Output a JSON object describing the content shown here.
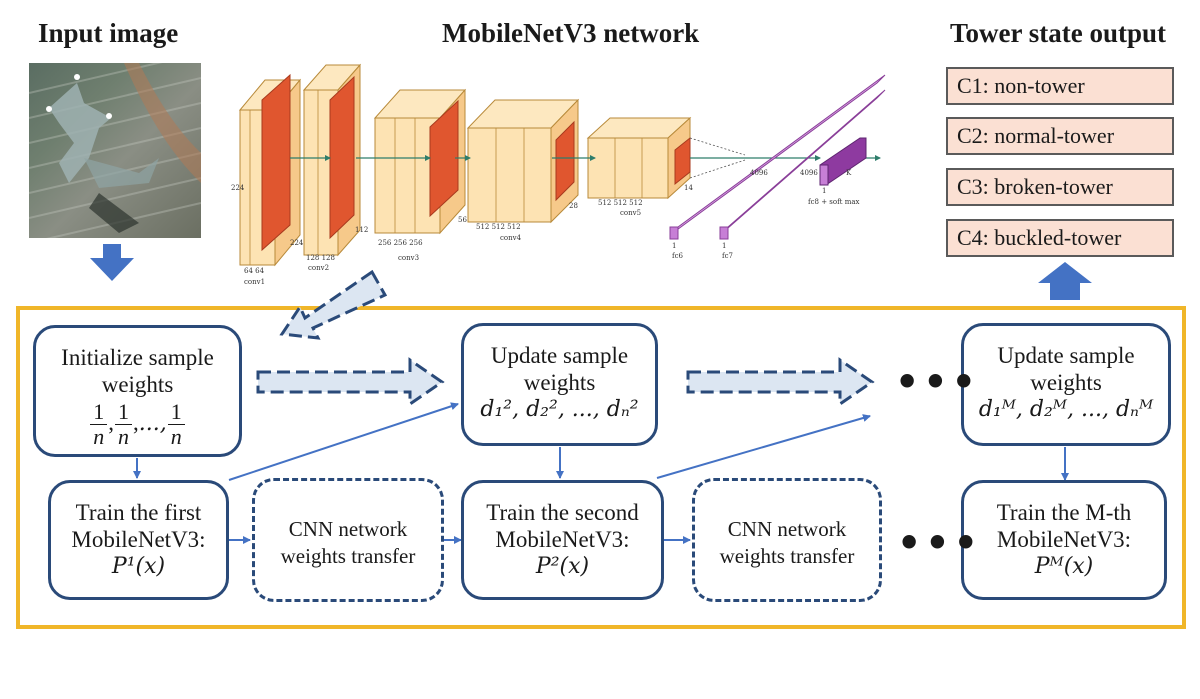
{
  "headings": {
    "input": "Input image",
    "network": "MobileNetV3 network",
    "output": "Tower state output"
  },
  "outputs": [
    "C1: non-tower",
    "C2: normal-tower",
    "C3: broken-tower",
    "C4: buckled-tower"
  ],
  "network_labels": {
    "sizes": [
      "224",
      "224",
      "112",
      "56",
      "28",
      "14",
      "4096",
      "4096",
      "K"
    ],
    "channels": [
      "64 64",
      "128 128",
      "256 256 256",
      "512 512 512",
      "512 512 512",
      "1",
      "1",
      "1"
    ],
    "stages": [
      "conv1",
      "conv2",
      "conv3",
      "conv4",
      "conv5",
      "fc6",
      "fc7",
      "fc8 + soft max"
    ]
  },
  "nodes": {
    "init": {
      "line1": "Initialize sample",
      "line2": "weights",
      "frac_num": "1",
      "frac_den": "n",
      "sep": ",",
      "ellipsis": "...,"
    },
    "update2": {
      "line1": "Update sample",
      "line2": "weights",
      "formula": "d₁², d₂², ..., dₙ²"
    },
    "updateM": {
      "line1": "Update sample",
      "line2": "weights",
      "formula": "d₁ᴹ, d₂ᴹ, ..., dₙᴹ"
    },
    "train1": {
      "line1": "Train the first",
      "line2": "MobileNetV3:",
      "formula": "P¹(x)"
    },
    "transfer1": {
      "line1": "CNN network",
      "line2": "weights transfer"
    },
    "train2": {
      "line1": "Train the second",
      "line2": "MobileNetV3:",
      "formula": "P²(x)"
    },
    "transfer2": {
      "line1": "CNN network",
      "line2": "weights transfer"
    },
    "trainM": {
      "line1": "Train the M-th",
      "line2": "MobileNetV3:",
      "formula": "Pᴹ(x)"
    }
  },
  "ellipsis": "•••",
  "colors": {
    "frame": "#f0b629",
    "node_border": "#2a4a79",
    "arrow_blue": "#4472c4",
    "output_fill": "#fbe0d3",
    "conv_light": "#fde3b3",
    "conv_dark": "#e0562f",
    "fc_purple": "#c77fd6"
  }
}
